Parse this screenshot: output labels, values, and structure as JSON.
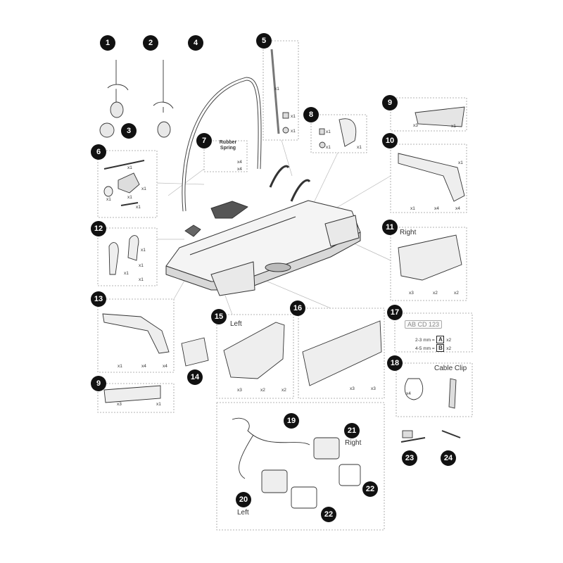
{
  "callouts": [
    "1",
    "2",
    "3",
    "4",
    "5",
    "6",
    "7",
    "8",
    "9",
    "10",
    "11",
    "12",
    "13",
    "14",
    "15",
    "16",
    "17",
    "18",
    "19",
    "20",
    "21",
    "22",
    "23",
    "24"
  ],
  "labels": {
    "rubber_spring": "Rubber Spring",
    "right_11": "Right",
    "left_15": "Left",
    "cable_clip": "Cable Clip",
    "right_21": "Right",
    "left_20": "Left"
  },
  "quantities": {
    "x1": "x1",
    "x2": "x2",
    "x3": "x3",
    "x4": "x4"
  },
  "plate_text": "AB CD 123",
  "spacer_rows": [
    {
      "range": "2-3 mm =",
      "letter": "A",
      "qty": "x2"
    },
    {
      "range": "4-5 mm =",
      "letter": "B",
      "qty": "x2"
    }
  ]
}
